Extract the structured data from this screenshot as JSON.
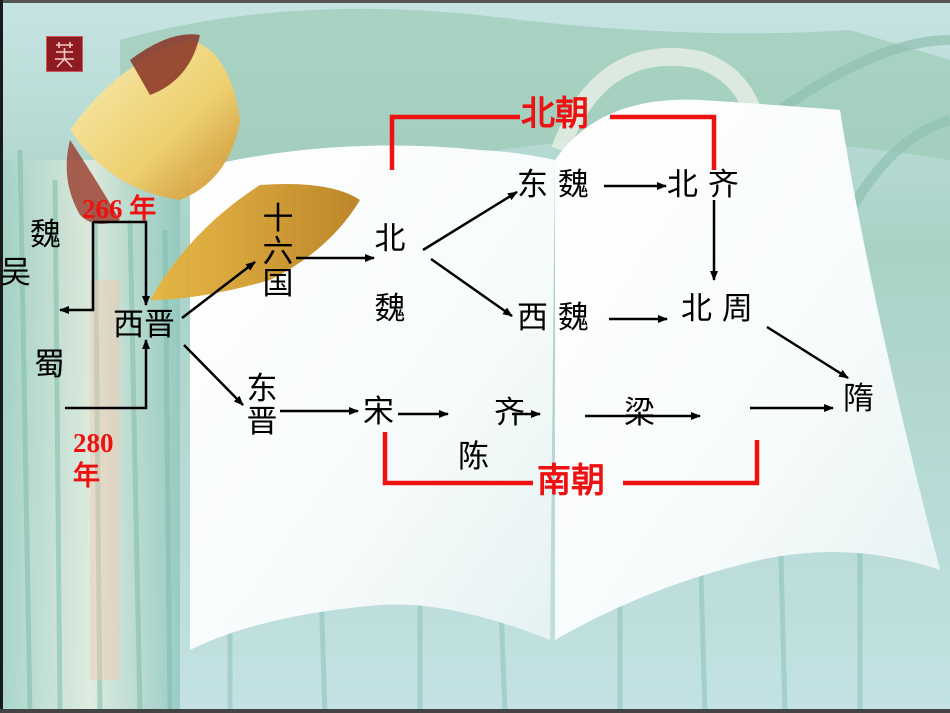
{
  "slide": {
    "title_hint": "魏晋南北朝政权更替示意图"
  },
  "colors": {
    "accent_red": "#ee1111",
    "text": "#000000",
    "seal": "#8e1a22"
  },
  "three_kingdoms": {
    "wei": "魏",
    "wu": "吴",
    "shu": "蜀"
  },
  "years": {
    "y266": "266 年",
    "y280_num": "280",
    "y280_unit": "年"
  },
  "western_jin": "西晋",
  "sixteen_kingdoms": "十六国",
  "eastern_jin": "东晋",
  "northern_wei": "北魏",
  "northern_dynasties": {
    "group_label": "北朝",
    "eastern_wei": "东 魏",
    "northern_qi": "北 齐",
    "western_wei": "西 魏",
    "northern_zhou": "北 周"
  },
  "southern_dynasties": {
    "group_label": "南朝",
    "song": "宋",
    "qi": "齐",
    "liang": "梁",
    "chen": "陈"
  },
  "sui": "隋"
}
